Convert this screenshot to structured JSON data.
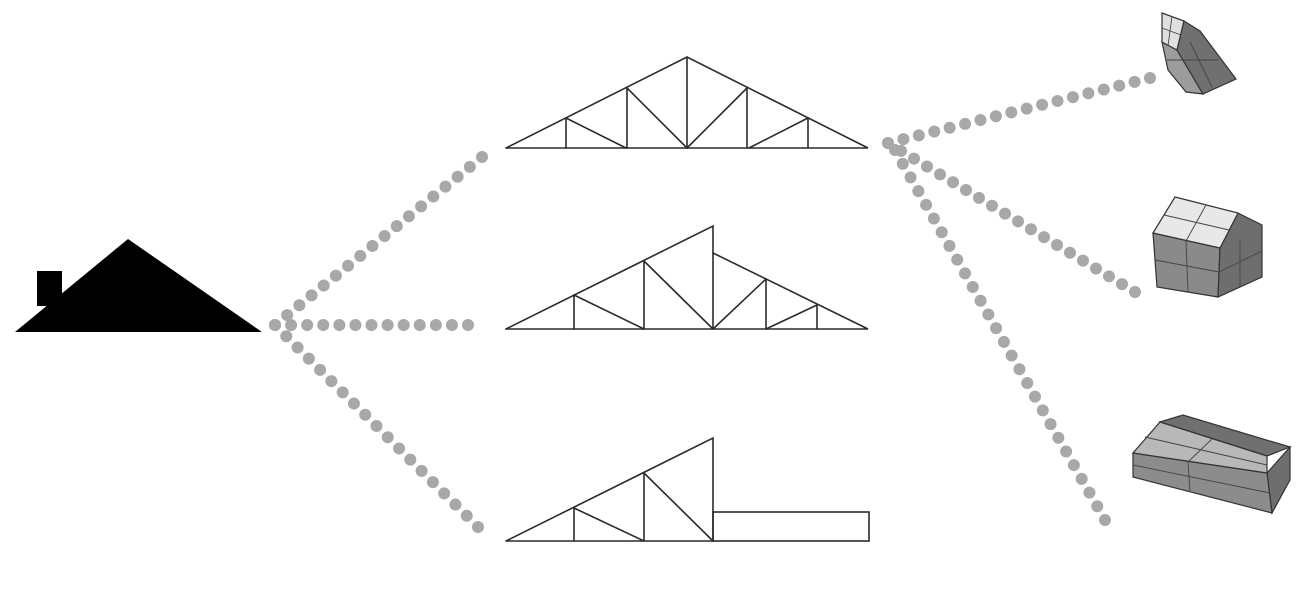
{
  "colors": {
    "dots": "#a8a8a8",
    "house_silhouette": "#000000",
    "truss_lines": "#2b2b2b",
    "box_light": "#e6e6e6",
    "box_mid": "#9c9c9c",
    "box_dark": "#6e6e6e"
  },
  "items": {
    "source": "house-silhouette",
    "trusses": [
      "symmetric-truss",
      "stepped-truss",
      "mono-truss-with-flat-extension"
    ],
    "models": [
      "tilted-box-model",
      "gable-house-model",
      "flat-box-model"
    ]
  }
}
